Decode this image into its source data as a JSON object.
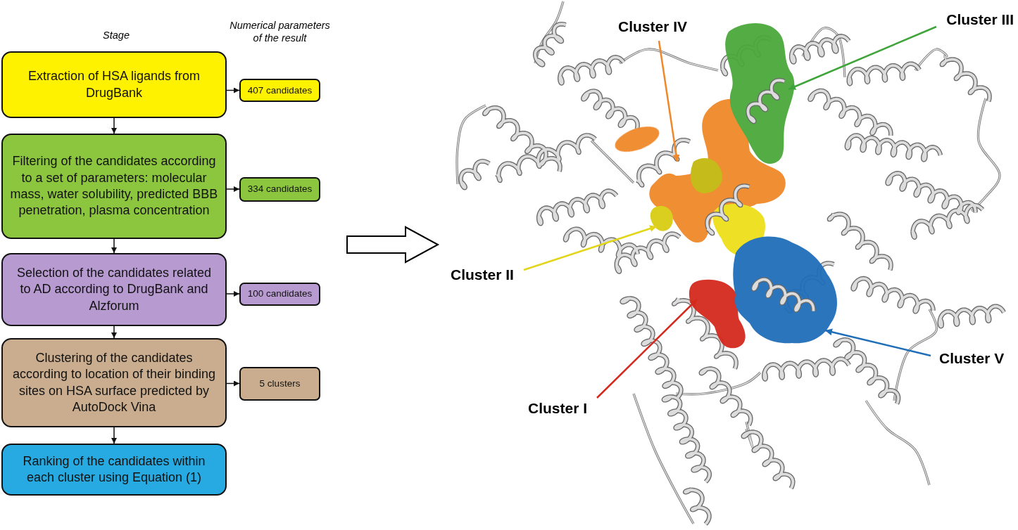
{
  "diagram": {
    "nodes": [
      {
        "text": [
          "Extraction of HSA ligands from DrugBank"
        ]
      },
      {
        "text": [
          "407 candidates"
        ]
      },
      {
        "text": [
          "Filtering of the candidates according to a set of parameters: molecular mass, water solubility, predicted BBB penetration, plasma concentration"
        ]
      },
      {
        "text": [
          "334 candidates"
        ]
      },
      {
        "text": [
          "Selection of the candidates related to AD according to DrugBank and Alzforum"
        ]
      },
      {
        "text": [
          "100 candidates"
        ]
      },
      {
        "text": [
          "Clustering of the candidates according to location of their binding sites on HSA surface predicted by AutoDock Vina"
        ]
      },
      {
        "text": [
          "5 clusters"
        ]
      },
      {
        "text": [
          "Ranking of the candidates within each cluster using Equation (1)"
        ]
      }
    ],
    "edges": [
      {
        "from": 0,
        "to": 1,
        "arrow": "to"
      },
      {
        "from": 0,
        "to": 2,
        "arrow": "to"
      },
      {
        "from": 2,
        "to": 3,
        "arrow": "to"
      },
      {
        "from": 2,
        "to": 4,
        "arrow": "to"
      },
      {
        "from": 4,
        "to": 5,
        "arrow": "to"
      },
      {
        "from": 4,
        "to": 6,
        "arrow": "to"
      },
      {
        "from": 6,
        "to": 7,
        "arrow": "to"
      },
      {
        "from": 6,
        "to": 8,
        "arrow": "to"
      }
    ],
    "labels": [
      "Stage",
      "Numerical parameters of the result",
      "Cluster IV",
      "Cluster III",
      "Cluster II",
      "Cluster I",
      "Cluster V"
    ]
  }
}
